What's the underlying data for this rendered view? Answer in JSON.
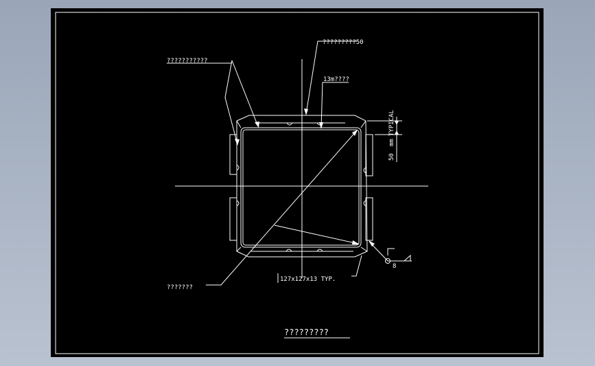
{
  "drawing": {
    "title": "?????????",
    "labels": {
      "top_left_callout": "???????????",
      "top_center_callout": "?????????50",
      "thickness_callout": "13m????",
      "dim_typical": "TYPICAL",
      "dim_value": "50",
      "dim_unit": "mm",
      "bottom_left_callout": "???????",
      "section_note": "127x127x13 TYP.",
      "weld_size": "8"
    },
    "colors": {
      "background": "#000000",
      "linework": "#ffffff",
      "frame": "#ffffff",
      "outer_panel": "#a6b0c0"
    },
    "icons": {
      "weld_symbol": "fillet-weld-symbol-icon",
      "arrowhead": "arrowhead-icon"
    }
  }
}
